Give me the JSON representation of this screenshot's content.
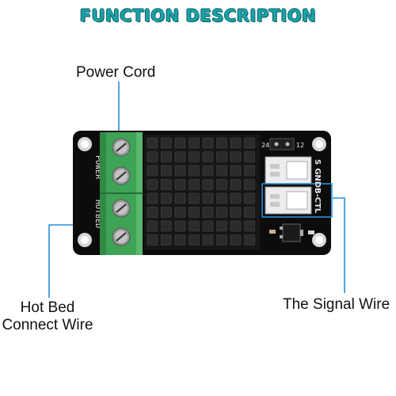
{
  "title": "FUNCTION DESCRIPTION",
  "labels": {
    "power_cord": "Power Cord",
    "hot_bed_line1": "Hot Bed",
    "hot_bed_line2": "Connect Wire",
    "signal_wire": "The Signal Wire"
  },
  "board_silkscreen": {
    "power_text": "POWER",
    "hotbed_text": "HOTBED",
    "pin_24": "24",
    "pin_12": "12",
    "pin_s": "S",
    "pin_gnd": "GND",
    "pin_b_ctl": "B-CTL"
  },
  "colors": {
    "title": "#18a3a9",
    "callout_line": "#2a8fd6",
    "terminal_green": "#3fa356",
    "board_black": "#0c0c0c",
    "heatsink": "#1c1c1c",
    "connector_white": "#ececec"
  }
}
